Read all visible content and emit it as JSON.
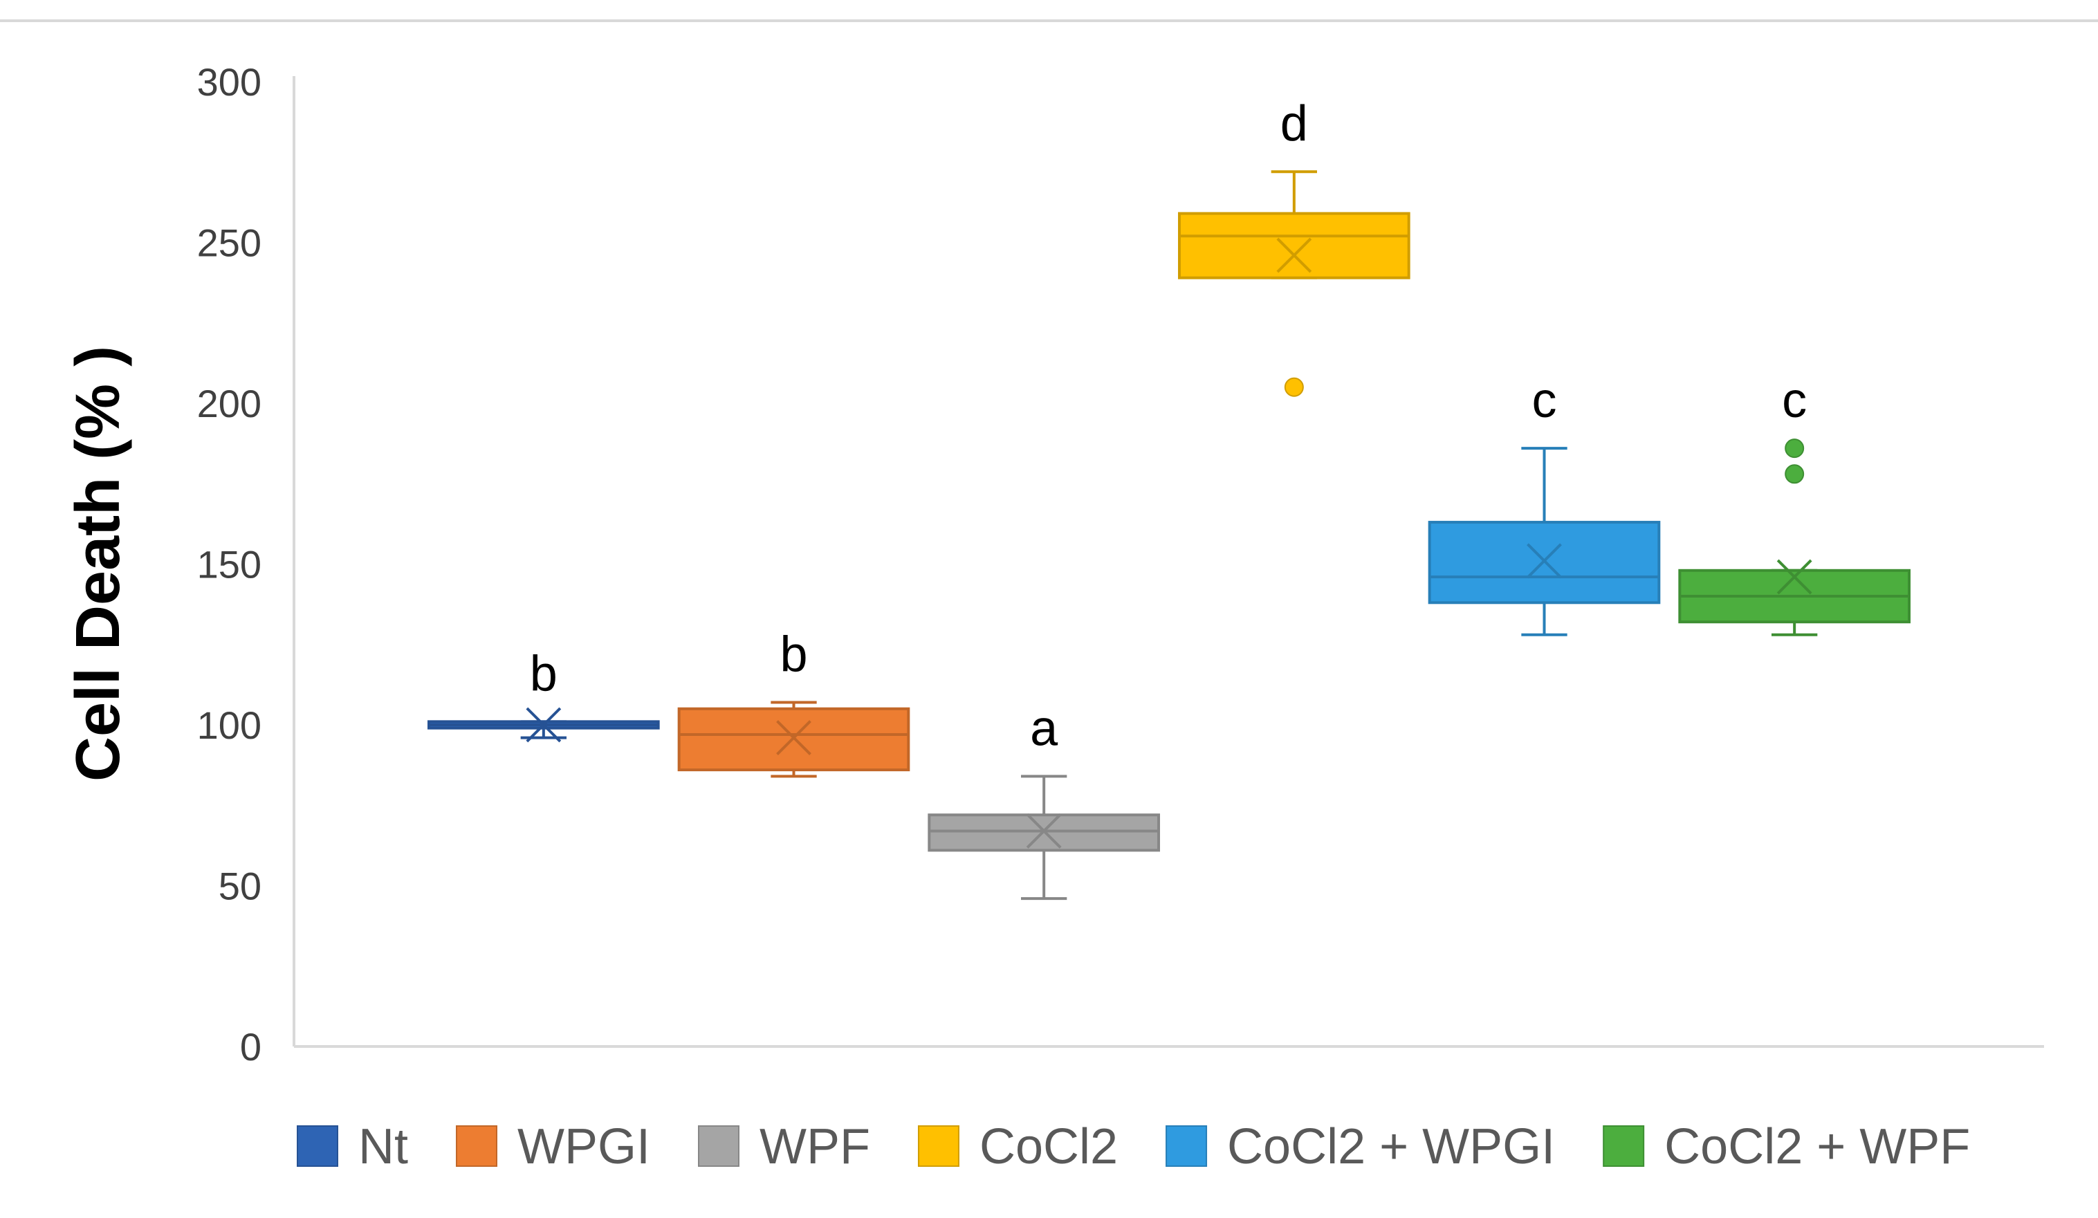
{
  "chart_data": {
    "type": "box",
    "title": "",
    "xlabel": "",
    "ylabel": "Cell Death (% )",
    "ylim": [
      0,
      300
    ],
    "yticks": [
      0,
      50,
      100,
      150,
      200,
      250,
      300
    ],
    "grid": false,
    "legend_position": "bottom",
    "series": [
      {
        "name": "Nt",
        "color": "#2E64B4",
        "min": 96,
        "q1": 99,
        "median": 100,
        "q3": 101,
        "max": 101,
        "mean": 100,
        "outliers": [],
        "letter": "b"
      },
      {
        "name": "WPGI",
        "color": "#ED7D31",
        "min": 84,
        "q1": 86,
        "median": 97,
        "q3": 105,
        "max": 107,
        "mean": 96,
        "outliers": [],
        "letter": "b"
      },
      {
        "name": "WPF",
        "color": "#A5A5A5",
        "min": 46,
        "q1": 61,
        "median": 67,
        "q3": 72,
        "max": 84,
        "mean": 67,
        "outliers": [],
        "letter": "a"
      },
      {
        "name": "CoCl2",
        "color": "#FFC000",
        "min": 239,
        "q1": 239,
        "median": 252,
        "q3": 259,
        "max": 272,
        "mean": 246,
        "outliers": [
          205
        ],
        "letter": "d"
      },
      {
        "name": "CoCl2 + WPGI",
        "color": "#2F9BE0",
        "min": 128,
        "q1": 138,
        "median": 146,
        "q3": 163,
        "max": 186,
        "mean": 151,
        "outliers": [],
        "letter": "c"
      },
      {
        "name": "CoCl2 + WPF",
        "color": "#4CAE3E",
        "min": 128,
        "q1": 132,
        "median": 140,
        "q3": 148,
        "max": 148,
        "mean": 146,
        "outliers": [
          178,
          186
        ],
        "letter": "c"
      }
    ]
  }
}
